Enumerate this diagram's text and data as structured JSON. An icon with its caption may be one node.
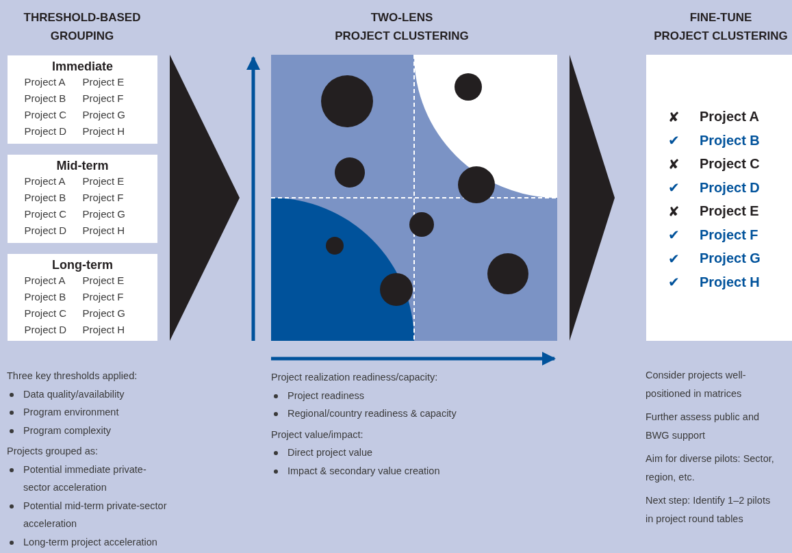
{
  "diagram": {
    "nodes": [
      {
        "text": [
          "Immediate",
          "Project A",
          "Project E",
          "Project B",
          "Project F",
          "Project C",
          "Project G",
          "Project D",
          "Project H"
        ]
      },
      {
        "text": [
          "Mid-term",
          "Project A",
          "Project E",
          "Project B",
          "Project F",
          "Project C",
          "Project G",
          "Project D",
          "Project H"
        ]
      },
      {
        "text": [
          "Long-term",
          "Project A",
          "Project E",
          "Project B",
          "Project F",
          "Project C",
          "Project G",
          "Project D",
          "Project H"
        ]
      },
      {
        "text": [],
        "shape": "picture"
      },
      {
        "text": [],
        "shape": "box"
      },
      {
        "text": [
          "✘",
          "Project A"
        ],
        "in": 4
      },
      {
        "text": [
          "✔",
          "Project B"
        ],
        "in": 4
      },
      {
        "text": [
          "✘",
          "Project C"
        ],
        "in": 4
      },
      {
        "text": [
          "✔",
          "Project D"
        ],
        "in": 4
      },
      {
        "text": [
          "✘",
          "Project E"
        ],
        "in": 4
      },
      {
        "text": [
          "✔",
          "Project F"
        ],
        "in": 4
      },
      {
        "text": [
          "✔",
          "Project G"
        ],
        "in": 4
      },
      {
        "text": [
          "✔",
          "Project H"
        ],
        "in": 4
      }
    ],
    "edges": [
      {
        "from": 1,
        "to": 3,
        "arrow": "to"
      },
      {
        "from": 3,
        "to": 4,
        "arrow": "to"
      }
    ],
    "labels": [
      "THRESHOLD-BASED GROUPING",
      "TWO-LENS PROJECT CLUSTERING",
      "FINE-TUNE PROJECT CLUSTERING",
      "Three key thresholds applied:",
      "Data quality/availability",
      "Program environment",
      "Program complexity",
      "Projects grouped as:",
      "Potential immediate private-sector acceleration",
      "Potential mid-term private-sector acceleration",
      "Long-term project acceleration",
      "Project realization readiness/capacity:",
      "Project readiness",
      "Regional/country readiness & capacity",
      "Project value/impact:",
      "Direct project value",
      "Impact & secondary value creation",
      "Consider projects well-positioned in matrices",
      "Further assess public and BWG support",
      "Aim for diverse pilots: Sector, region, etc.",
      "Next step: Identify 1–2 pilots in project round tables"
    ]
  }
}
